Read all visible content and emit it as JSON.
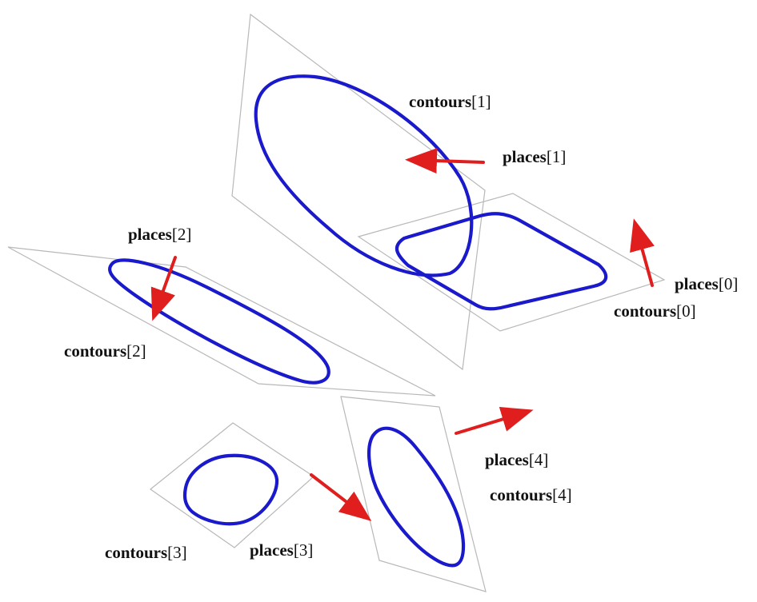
{
  "colors": {
    "contour": "#1a1acc",
    "arrow": "#e01e1e",
    "plane": "#b8b8b8",
    "text": "#111111",
    "background": "#ffffff"
  },
  "labels": {
    "contours_1": {
      "name": "contours",
      "index": "[1]"
    },
    "places_1": {
      "name": "places",
      "index": "[1]"
    },
    "places_2": {
      "name": "places",
      "index": "[2]"
    },
    "places_0": {
      "name": "places",
      "index": "[0]"
    },
    "contours_0": {
      "name": "contours",
      "index": "[0]"
    },
    "contours_2": {
      "name": "contours",
      "index": "[2]"
    },
    "places_4": {
      "name": "places",
      "index": "[4]"
    },
    "contours_4": {
      "name": "contours",
      "index": "[4]"
    },
    "contours_3": {
      "name": "contours",
      "index": "[3]"
    },
    "places_3": {
      "name": "places",
      "index": "[3]"
    }
  }
}
